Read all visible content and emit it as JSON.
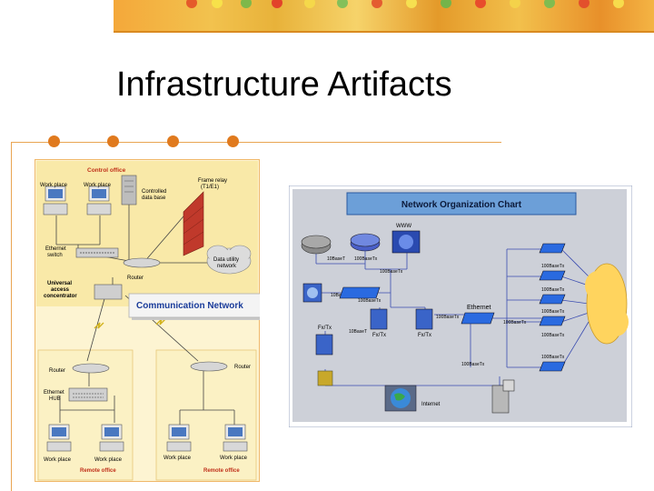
{
  "slide": {
    "title": "Infrastructure Artifacts"
  },
  "left_diagram": {
    "control_office_label": "Control office",
    "work_place_1": "Work place",
    "work_place_2": "Work place",
    "controlled_db_line1": "Controlled",
    "controlled_db_line2": "data base",
    "frame_relay_line1": "Frame relay",
    "frame_relay_line2": "(T1/E1)",
    "ethernet_switch_line1": "Ethernet",
    "ethernet_switch_line2": "switch",
    "data_cloud_line1": "Data utility",
    "data_cloud_line2": "network",
    "router_center": "Router",
    "uac_line1": "Universal",
    "uac_line2": "access",
    "uac_line3": "concentrator",
    "comm_network": "Communication Network",
    "router_left": "Router",
    "router_right": "Router",
    "ethernet_hub_line1": "Ethernet",
    "ethernet_hub_line2": "HUB",
    "work_place_3": "Work place",
    "work_place_4": "Work place",
    "work_place_5": "Work place",
    "work_place_6": "Work place",
    "remote_office_left": "Remote office",
    "remote_office_right": "Remote office"
  },
  "right_diagram": {
    "title": "Network Organization Chart",
    "www": "WWW",
    "l_10baset_1": "10BaseT",
    "l_100basetx_1": "100BaseTx",
    "l_100basetx_2": "100BaseTx",
    "l_10baset_2": "10BaseT",
    "l_100basetx_3": "100BaseTx",
    "ethernet": "Ethernet",
    "l_100basetx_4": "100BaseTx",
    "l_100basetx_5": "100BaseTx",
    "l_fxtx_1": "Fx/Tx",
    "l_10baset_3": "10BaseT",
    "l_fxtx_2": "Fx/Tx",
    "l_fxtx_3": "Fx/Tx",
    "l_100basetx_6": "100BaseTx",
    "internet": "Internet",
    "r_100basetx_1": "100BaseTx",
    "r_100basetx_2": "100BaseTx",
    "r_100basetx_3": "100BaseTx",
    "r_100basetx_4": "100BaseTx",
    "r_100basetx_5": "100BaseTx"
  },
  "colors": {
    "accent_orange": "#e07a1e",
    "rule": "#e9a553",
    "control_office_bg": "#f9e9a8",
    "remote_office_bg": "#fbf1c4",
    "diagram_border": "#f0b86a",
    "chart_bg": "#cdd0d8",
    "chart_title_bg": "#6c9fd8",
    "comm_network_text": "#1a3c9a",
    "cloud": "#ffd45e"
  }
}
